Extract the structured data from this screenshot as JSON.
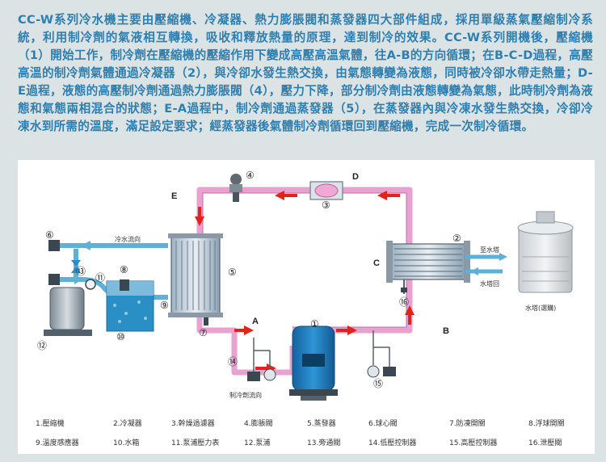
{
  "intro_text": "CC-W系列冷水機主要由壓縮機、冷凝器、熱力膨脹閥和蒸發器四大部件組成，採用單級蒸氣壓縮制冷系統，利用制冷劑的氣液相互轉換，吸收和釋放熱量的原理，達到制冷的效果。CC-W系列開機後，壓縮機（1）開始工作，制冷劑在壓縮機的壓縮作用下變成高壓高溫氣體，往A-B的方向循環；在B-C-D過程，高壓高溫的制冷劑氣體通過冷凝器（2），與冷卻水發生熱交換，由氣態轉變為液態，同時被冷卻水帶走熱量；D-E過程，液態的高壓制冷劑通過熱力膨脹閥（4），壓力下降，部分制冷劑由液態轉變為氣態，此時制冷劑為液態和氣態兩相混合的狀態；E-A過程中，制冷劑通過蒸發器（5），在蒸發器內與冷凍水發生熱交換，冷卻冷凍水到所需的溫度，滿足設定要求；經蒸發器後氣體制冷劑循環回到壓縮機，完成一次制冷循環。",
  "diagram": {
    "points": {
      "A": "A",
      "B": "B",
      "C": "C",
      "D": "D",
      "E": "E"
    },
    "numbers": {
      "n1": "①",
      "n2": "②",
      "n3": "③",
      "n4": "④",
      "n5": "⑤",
      "n6": "⑥",
      "n7": "⑦",
      "n8": "⑧",
      "n9": "⑨",
      "n10": "⑩",
      "n11": "⑪",
      "n12": "⑫",
      "n13": "⑬",
      "n14": "⑭",
      "n15": "⑮",
      "n16": "⑯"
    },
    "labels": {
      "chilled_water_flow": "冷水流向",
      "to_tower": "至水塔",
      "tower_return": "水塔回",
      "cooling_tower": "水塔(選購)",
      "refrigerant_flow": "制冷劑流向"
    }
  },
  "legend": [
    "1.壓縮機",
    "2.冷凝器",
    "3.幹燥過濾器",
    "4.膨脹閥",
    "5.蒸發器",
    "6.球心閥",
    "7.防凍開關",
    "8.浮球開關",
    "9.溫度感應器",
    "10.水箱",
    "11.泵浦壓力表",
    "12.泵浦",
    "13.旁通閥",
    "14.低壓控制器",
    "15.高壓控制器",
    "16.泄壓閥"
  ],
  "colors": {
    "title_text": "#2e7fb0",
    "refrigerant_pipe": "#e8a2cf",
    "flow_arrow": "#e2231a",
    "water_pipe": "#5fb0d8",
    "water_arrow": "#5fb0d8",
    "tank": "#2a8fc4",
    "compressor": "#1d7fc1"
  }
}
